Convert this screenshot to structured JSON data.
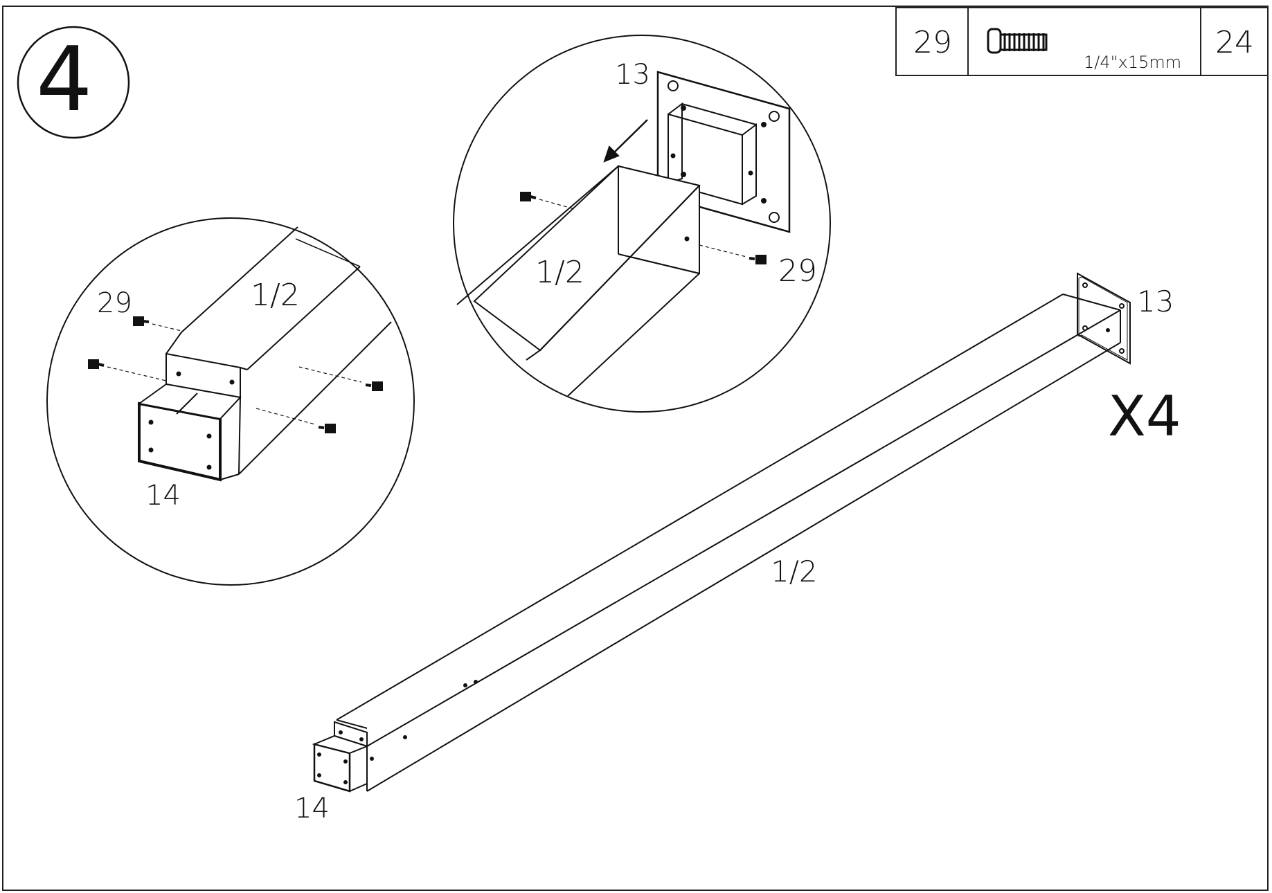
{
  "step": {
    "number": "4"
  },
  "hardware_table": {
    "part_number": "29",
    "spec": "1/4\"x15mm",
    "quantity": "24",
    "icon": "bolt-icon"
  },
  "multiplier": "X4",
  "labels": {
    "left_detail": {
      "bolt_ref": "29",
      "leg_ref": "1/2",
      "foot_ref": "14"
    },
    "top_detail": {
      "plate_ref": "13",
      "leg_ref": "1/2",
      "bolt_ref": "29"
    },
    "main": {
      "plate_ref": "13",
      "leg_ref": "1/2",
      "foot_ref": "14"
    }
  }
}
